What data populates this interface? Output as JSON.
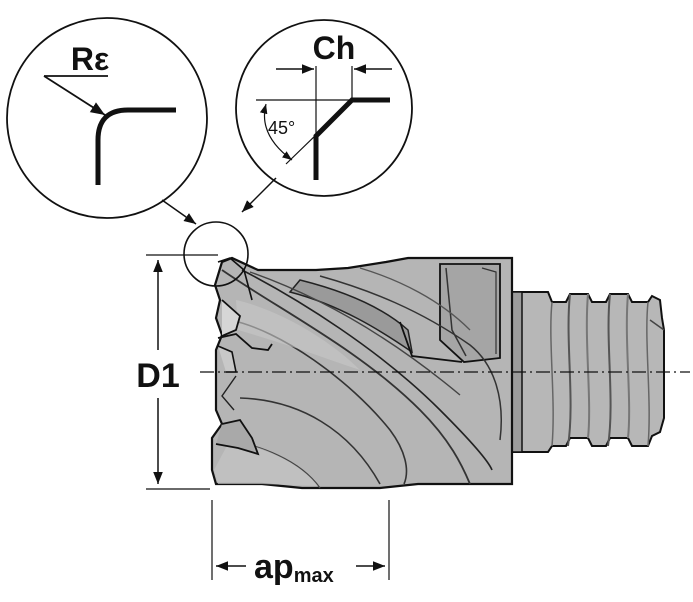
{
  "labels": {
    "corner_radius": "Rε",
    "chamfer": "Ch",
    "chamfer_angle": "45°",
    "diameter": "D1",
    "ap_main": "ap",
    "ap_sub": "max"
  },
  "colors": {
    "body": "#b5b5b5",
    "body_dark": "#8f8f8f",
    "body_light": "#cfcfcf",
    "outline": "#111111"
  }
}
